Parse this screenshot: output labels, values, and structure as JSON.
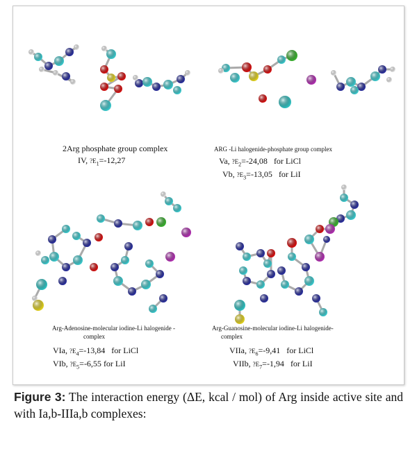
{
  "panels": [
    {
      "title": "2Arg phosphate group complex",
      "lines": [
        {
          "label": "IV,",
          "e": "?E",
          "sub": "1",
          "val": "=-12,27",
          "salt": ""
        }
      ]
    },
    {
      "title": "ARG -Li halogenide-phosphate group complex",
      "lines": [
        {
          "label": "Va,",
          "e": "?E",
          "sub": "2",
          "val": "=-24,08",
          "salt": "for LiCl"
        },
        {
          "label": "Vb,",
          "e": "?E",
          "sub": "3",
          "val": "=-13,05",
          "salt": "for LiI"
        }
      ]
    },
    {
      "title": "Arg-Adenosine-molecular iodine-Li halogenide -",
      "title2": "complex",
      "lines": [
        {
          "label": "VIa,",
          "e": "?E",
          "sub": "4",
          "val": "=-13,84",
          "salt": "for LiCl"
        },
        {
          "label": "VIb,",
          "e": "?E",
          "sub": "5",
          "val": "=-6,55",
          "salt": "for LiI"
        }
      ]
    },
    {
      "title": "Arg-Guanosine-molecular iodine-Li halogenide-",
      "title2": "complex",
      "lines": [
        {
          "label": "VIIa,",
          "e": "?E",
          "sub": "6",
          "val": "=-9,41",
          "salt": "for LiCl"
        },
        {
          "label": "VIIb,",
          "e": "?E",
          "sub": "7",
          "val": "=-1,94",
          "salt": "for LiI"
        }
      ]
    }
  ],
  "caption": {
    "label": "Figure 3:",
    "text": " The interaction energy (ΔE, kcal / mol) of Arg inside active site and with Ia,b-IIIa,b complexes:"
  },
  "colors": {
    "C": "#3cc8cc",
    "N": "#2a2f9c",
    "H": "#e8e8e8",
    "O": "#d41010",
    "P": "#e0d020",
    "Cl": "#3ab030",
    "I": "#b030b0",
    "Li": "#30c0c0"
  }
}
